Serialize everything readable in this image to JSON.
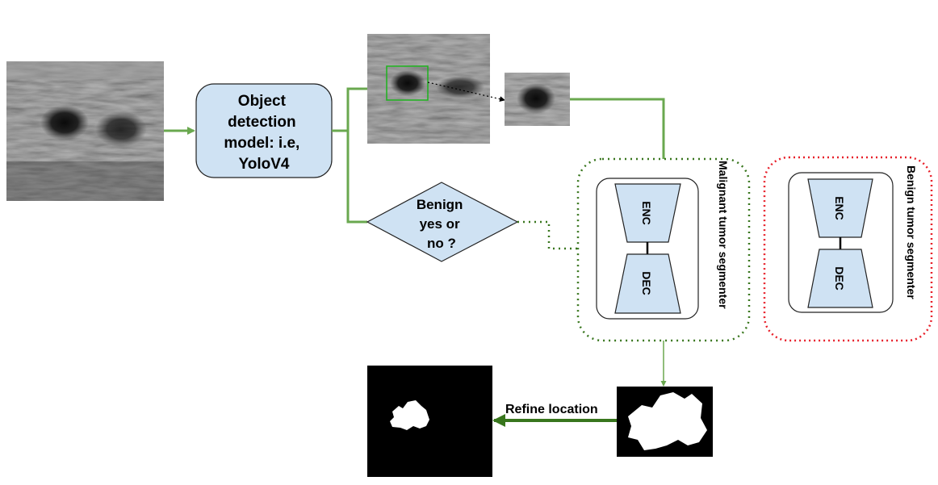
{
  "detector": {
    "lines": [
      "Object",
      "detection",
      "model: i.e,",
      "YoloV4"
    ]
  },
  "decision": {
    "lines": [
      "Benign",
      "yes or",
      "no ?"
    ]
  },
  "malignant_segmenter": {
    "title": "Malignant tumor segmenter",
    "encoder": "ENC",
    "decoder": "DEC"
  },
  "benign_segmenter": {
    "title": "Benign tumor segmenter",
    "encoder": "ENC",
    "decoder": "DEC"
  },
  "refine_label": "Refine location",
  "colors": {
    "box_fill": "#cfe2f3",
    "arrow_green": "#6aa84f",
    "dark_green_arrow": "#38761d",
    "bbox_green": "#1db31d",
    "malignant_border": "#38761d",
    "benign_border": "#e8202a",
    "outline": "#222222"
  }
}
